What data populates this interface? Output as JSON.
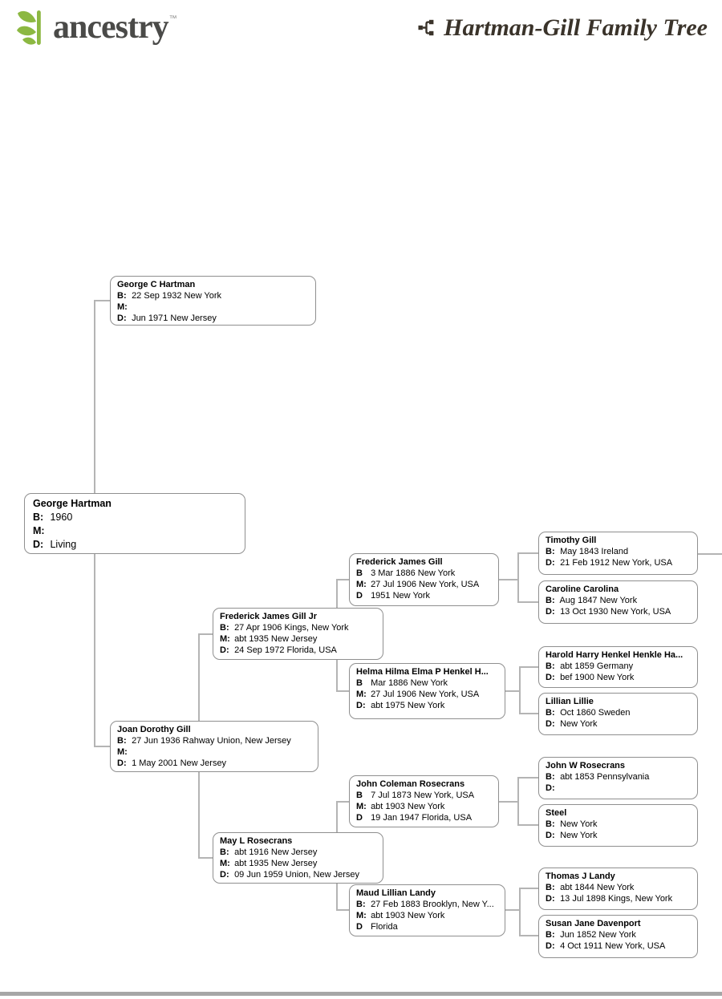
{
  "header": {
    "logo": {
      "text": "ancestry",
      "tm": "™",
      "icon": "leaves-sprout-icon",
      "leaf_color": "#8cb842",
      "text_color": "#4a4a48"
    },
    "title": {
      "text": "Hartman-Gill Family Tree",
      "icon": "family-tree-icon",
      "color": "#3a332a"
    }
  },
  "persons": [
    {
      "id": "george-c-hartman",
      "name": "George C Hartman",
      "lines": [
        {
          "label": "B:",
          "value": "22 Sep 1932 New York"
        },
        {
          "label": "M:",
          "value": ""
        },
        {
          "label": "D:",
          "value": "Jun 1971 New Jersey"
        }
      ]
    },
    {
      "id": "george-hartman",
      "name": "George Hartman",
      "lines": [
        {
          "label": "B:",
          "value": "1960"
        },
        {
          "label": "M:",
          "value": ""
        },
        {
          "label": "D:",
          "value": "Living"
        }
      ]
    },
    {
      "id": "joan-dorothy-gill",
      "name": "Joan Dorothy Gill",
      "lines": [
        {
          "label": "B:",
          "value": "27 Jun 1936 Rahway Union, New Jersey"
        },
        {
          "label": "M:",
          "value": ""
        },
        {
          "label": "D:",
          "value": "1 May 2001 New Jersey"
        }
      ]
    },
    {
      "id": "frederick-james-gill-jr",
      "name": "Frederick James Gill Jr",
      "lines": [
        {
          "label": "B:",
          "value": "27 Apr 1906 Kings, New York"
        },
        {
          "label": "M:",
          "value": "abt 1935 New Jersey"
        },
        {
          "label": "D:",
          "value": "24 Sep 1972 Florida, USA"
        }
      ]
    },
    {
      "id": "may-l-rosecrans",
      "name": "May L Rosecrans",
      "lines": [
        {
          "label": "B:",
          "value": "abt 1916 New Jersey"
        },
        {
          "label": "M:",
          "value": "abt 1935 New Jersey"
        },
        {
          "label": "D:",
          "value": "09 Jun 1959 Union, New Jersey"
        }
      ]
    },
    {
      "id": "frederick-james-gill",
      "name": "Frederick James Gill",
      "lines": [
        {
          "label": "B",
          "value": "3 Mar 1886 New York"
        },
        {
          "label": "M:",
          "value": "27 Jul 1906 New York, USA"
        },
        {
          "label": "D",
          "value": "1951 New York"
        }
      ]
    },
    {
      "id": "helma-hilma-henkel",
      "name": "Helma Hilma Elma P Henkel H...",
      "lines": [
        {
          "label": "B",
          "value": "Mar 1886 New York"
        },
        {
          "label": "M:",
          "value": "27 Jul 1906 New York, USA"
        },
        {
          "label": "D:",
          "value": "abt 1975 New York"
        }
      ]
    },
    {
      "id": "john-coleman-rosecrans",
      "name": "John Coleman Rosecrans",
      "lines": [
        {
          "label": "B",
          "value": "7 Jul 1873 New York, USA"
        },
        {
          "label": "M:",
          "value": "abt 1903 New York"
        },
        {
          "label": "D",
          "value": "19 Jan 1947 Florida, USA"
        }
      ]
    },
    {
      "id": "maud-lillian-landy",
      "name": "Maud Lillian Landy",
      "lines": [
        {
          "label": "B:",
          "value": "27 Feb 1883 Brooklyn, New Y..."
        },
        {
          "label": "M:",
          "value": "abt 1903 New York"
        },
        {
          "label": "D",
          "value": "Florida"
        }
      ]
    },
    {
      "id": "timothy-gill",
      "name": "Timothy Gill",
      "lines": [
        {
          "label": "B:",
          "value": "May 1843 Ireland"
        },
        {
          "label": "D:",
          "value": "21 Feb 1912 New York, USA"
        }
      ]
    },
    {
      "id": "caroline-carolina",
      "name": "Caroline Carolina",
      "lines": [
        {
          "label": "B:",
          "value": "Aug 1847 New York"
        },
        {
          "label": "D:",
          "value": "13 Oct 1930 New York, USA"
        }
      ]
    },
    {
      "id": "harold-harry-henkel",
      "name": "Harold Harry Henkel Henkle Ha...",
      "lines": [
        {
          "label": "B:",
          "value": "abt 1859 Germany"
        },
        {
          "label": "D:",
          "value": "bef 1900 New York"
        }
      ]
    },
    {
      "id": "lillian-lillie",
      "name": "Lillian Lillie",
      "lines": [
        {
          "label": "B:",
          "value": "Oct 1860 Sweden"
        },
        {
          "label": "D:",
          "value": "New York"
        }
      ]
    },
    {
      "id": "john-w-rosecrans",
      "name": "John W Rosecrans",
      "lines": [
        {
          "label": "B:",
          "value": "abt 1853 Pennsylvania"
        },
        {
          "label": "D:",
          "value": ""
        }
      ]
    },
    {
      "id": "steel",
      "name": "Steel",
      "lines": [
        {
          "label": "B:",
          "value": "New York"
        },
        {
          "label": "D:",
          "value": "New York"
        }
      ]
    },
    {
      "id": "thomas-j-landy",
      "name": "Thomas J Landy",
      "lines": [
        {
          "label": "B:",
          "value": "abt 1844 New York"
        },
        {
          "label": "D:",
          "value": "13 Jul 1898 Kings, New York"
        }
      ]
    },
    {
      "id": "susan-jane-davenport",
      "name": "Susan Jane Davenport",
      "lines": [
        {
          "label": "B:",
          "value": "Jun 1852 New York"
        },
        {
          "label": "D:",
          "value": "4 Oct 1911 New York, USA"
        }
      ]
    }
  ]
}
